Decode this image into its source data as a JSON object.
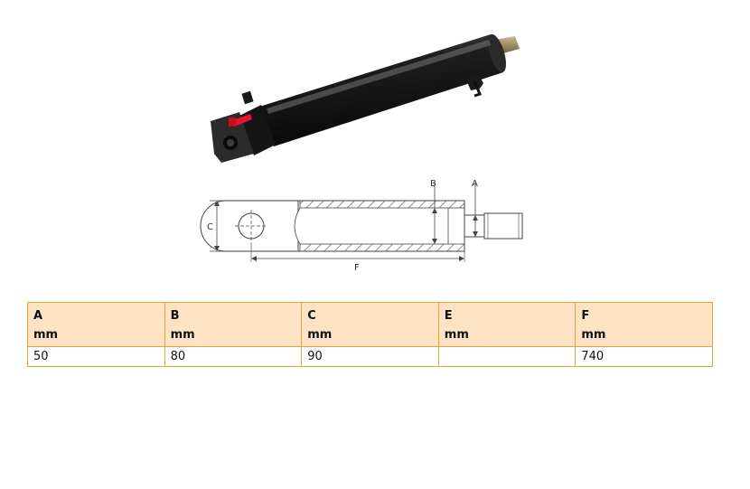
{
  "diagram": {
    "label_a": "A",
    "label_b": "B",
    "label_c": "C",
    "label_f": "F"
  },
  "table": {
    "columns": [
      {
        "name": "A",
        "unit": "mm"
      },
      {
        "name": "B",
        "unit": "mm"
      },
      {
        "name": "C",
        "unit": "mm"
      },
      {
        "name": "E",
        "unit": "mm"
      },
      {
        "name": "F",
        "unit": "mm"
      }
    ],
    "rows": [
      [
        "50",
        "80",
        "90",
        "",
        "740"
      ]
    ]
  },
  "colors": {
    "header_bg": "#fde2c4",
    "border": "#e3a23a",
    "body_black": "#151515",
    "accent_red": "#e8132a"
  }
}
